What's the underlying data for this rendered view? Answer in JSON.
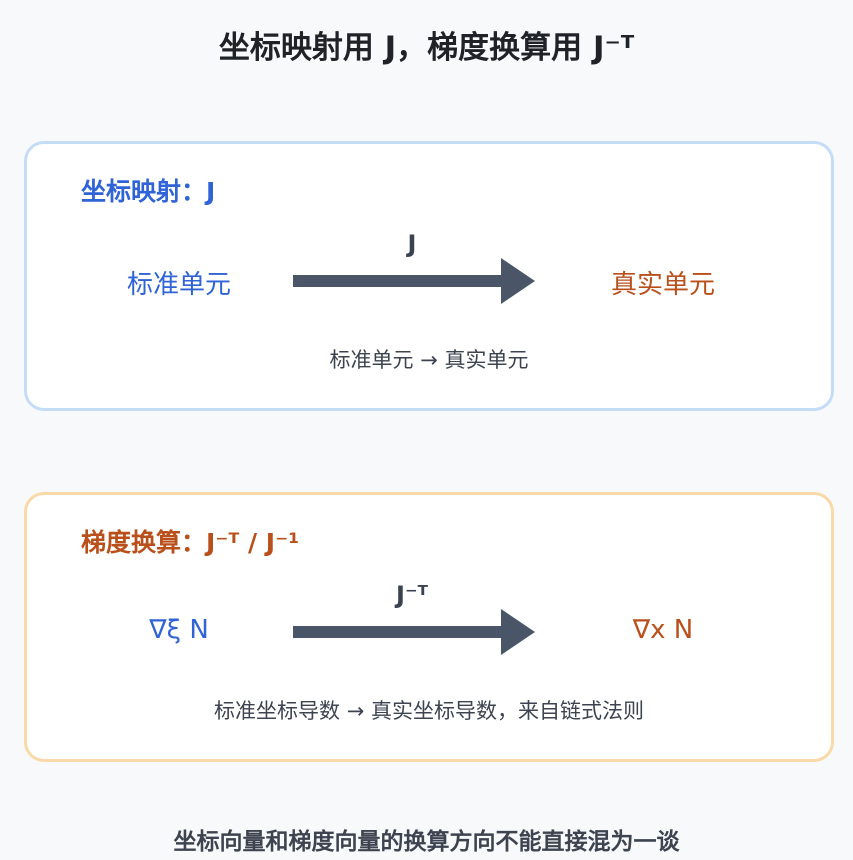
{
  "title": "坐标映射用 J，梯度换算用 J⁻ᵀ",
  "panels": [
    {
      "heading": "坐标映射：J",
      "arrow_label": "J",
      "left_node": "标准单元",
      "right_node": "真实单元",
      "caption": "标准单元 → 真实单元"
    },
    {
      "heading": "梯度换算：J⁻ᵀ / J⁻¹",
      "arrow_label": "J⁻ᵀ",
      "left_node": "∇ξ N",
      "right_node": "∇x N",
      "caption": "标准坐标导数 → 真实坐标导数，来自链式法则"
    }
  ],
  "footer": "坐标向量和梯度向量的换算方向不能直接混为一谈",
  "colors": {
    "blue_accent": "#2f63d6",
    "orange_accent": "#b9501c",
    "arrow": "#4a5668",
    "blue_border": "#c5dcf6",
    "orange_border": "#fad9a8"
  }
}
